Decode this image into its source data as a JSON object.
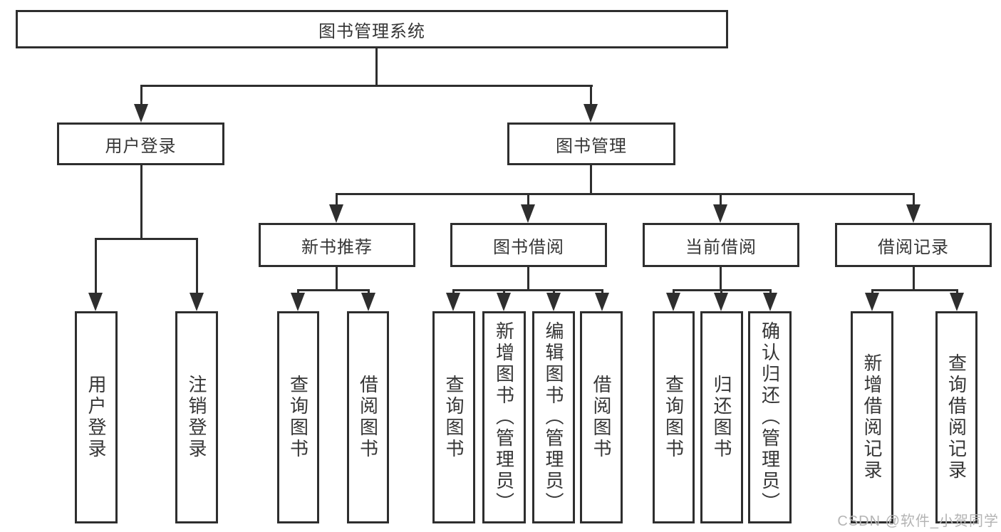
{
  "diagram": {
    "title": "图书管理系统",
    "nodes": {
      "root": "图书管理系统",
      "user_login": "用户登录",
      "book_mgmt": "图书管理",
      "new_book": "新书推荐",
      "book_borrow": "图书借阅",
      "current_borrow": "当前借阅",
      "borrow_record": "借阅记录",
      "leaves_user_login": [
        "用户登录",
        "注销登录"
      ],
      "leaves_new_book": [
        "查询图书",
        "借阅图书"
      ],
      "leaves_book_borrow": [
        "查询图书",
        "新增图书（管理员）",
        "编辑图书（管理员）",
        "借阅图书"
      ],
      "leaves_current_borrow": [
        "查询图书",
        "归还图书",
        "确认归还（管理员）"
      ],
      "leaves_borrow_record": [
        "新增借阅记录",
        "查询借阅记录"
      ]
    },
    "colors": {
      "line": "#2e2e2e",
      "box_border": "#2e2e2e",
      "text": "#363636",
      "background": "#ffffff",
      "watermark": "#b4b4b4"
    }
  },
  "watermark": {
    "text": "CSDN @软件_小贺同学"
  }
}
